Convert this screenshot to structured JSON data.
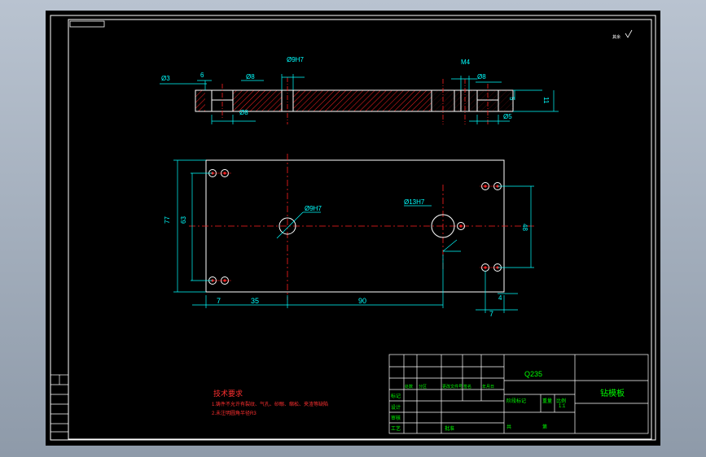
{
  "title_block": {
    "material": "Q235",
    "part_name": "钻模板",
    "scale": "1:1",
    "marks": {
      "r1": "标记",
      "r2": "设计",
      "r3": "审核",
      "r4": "工艺",
      "approve": "批准",
      "stage": "阶段标记",
      "weight": "重量",
      "ratio": "比例",
      "sheet": "共",
      "of": "第"
    },
    "small_marks": [
      "处数",
      "分区",
      "更改文件号",
      "签名",
      "年月日"
    ]
  },
  "tech_requirements": {
    "heading": "技术要求",
    "items": [
      "1.铸件不允许有裂纹、气孔、砂眼、缩松、夹渣等缺陷",
      "2.未注明圆角半径R3"
    ]
  },
  "surface_symbol": "其余",
  "dimensions": {
    "d3": "Ø3",
    "six": "6",
    "d8_top": "Ø8",
    "d8_low": "Ø8",
    "d9h7_top": "Ø9H7",
    "m4": "M4",
    "d8_right": "Ø8",
    "five": "5",
    "eleven": "11",
    "d5": "Ø5",
    "seventy_seven": "77",
    "sixty_three": "63",
    "d9h7_plan": "Ø9H7",
    "d13h7": "Ø13H7",
    "forty_eight": "48",
    "seven_a": "7",
    "thirty_five": "35",
    "ninety": "90",
    "four": "4",
    "seven_b": "7"
  },
  "colors": {
    "background": "#000000",
    "outline": "#ffffff",
    "dimension": "#00ffff",
    "centerline": "#ff2020",
    "hatch": "#ff2020",
    "green_text": "#00ff00",
    "red_text": "#ff3030"
  }
}
